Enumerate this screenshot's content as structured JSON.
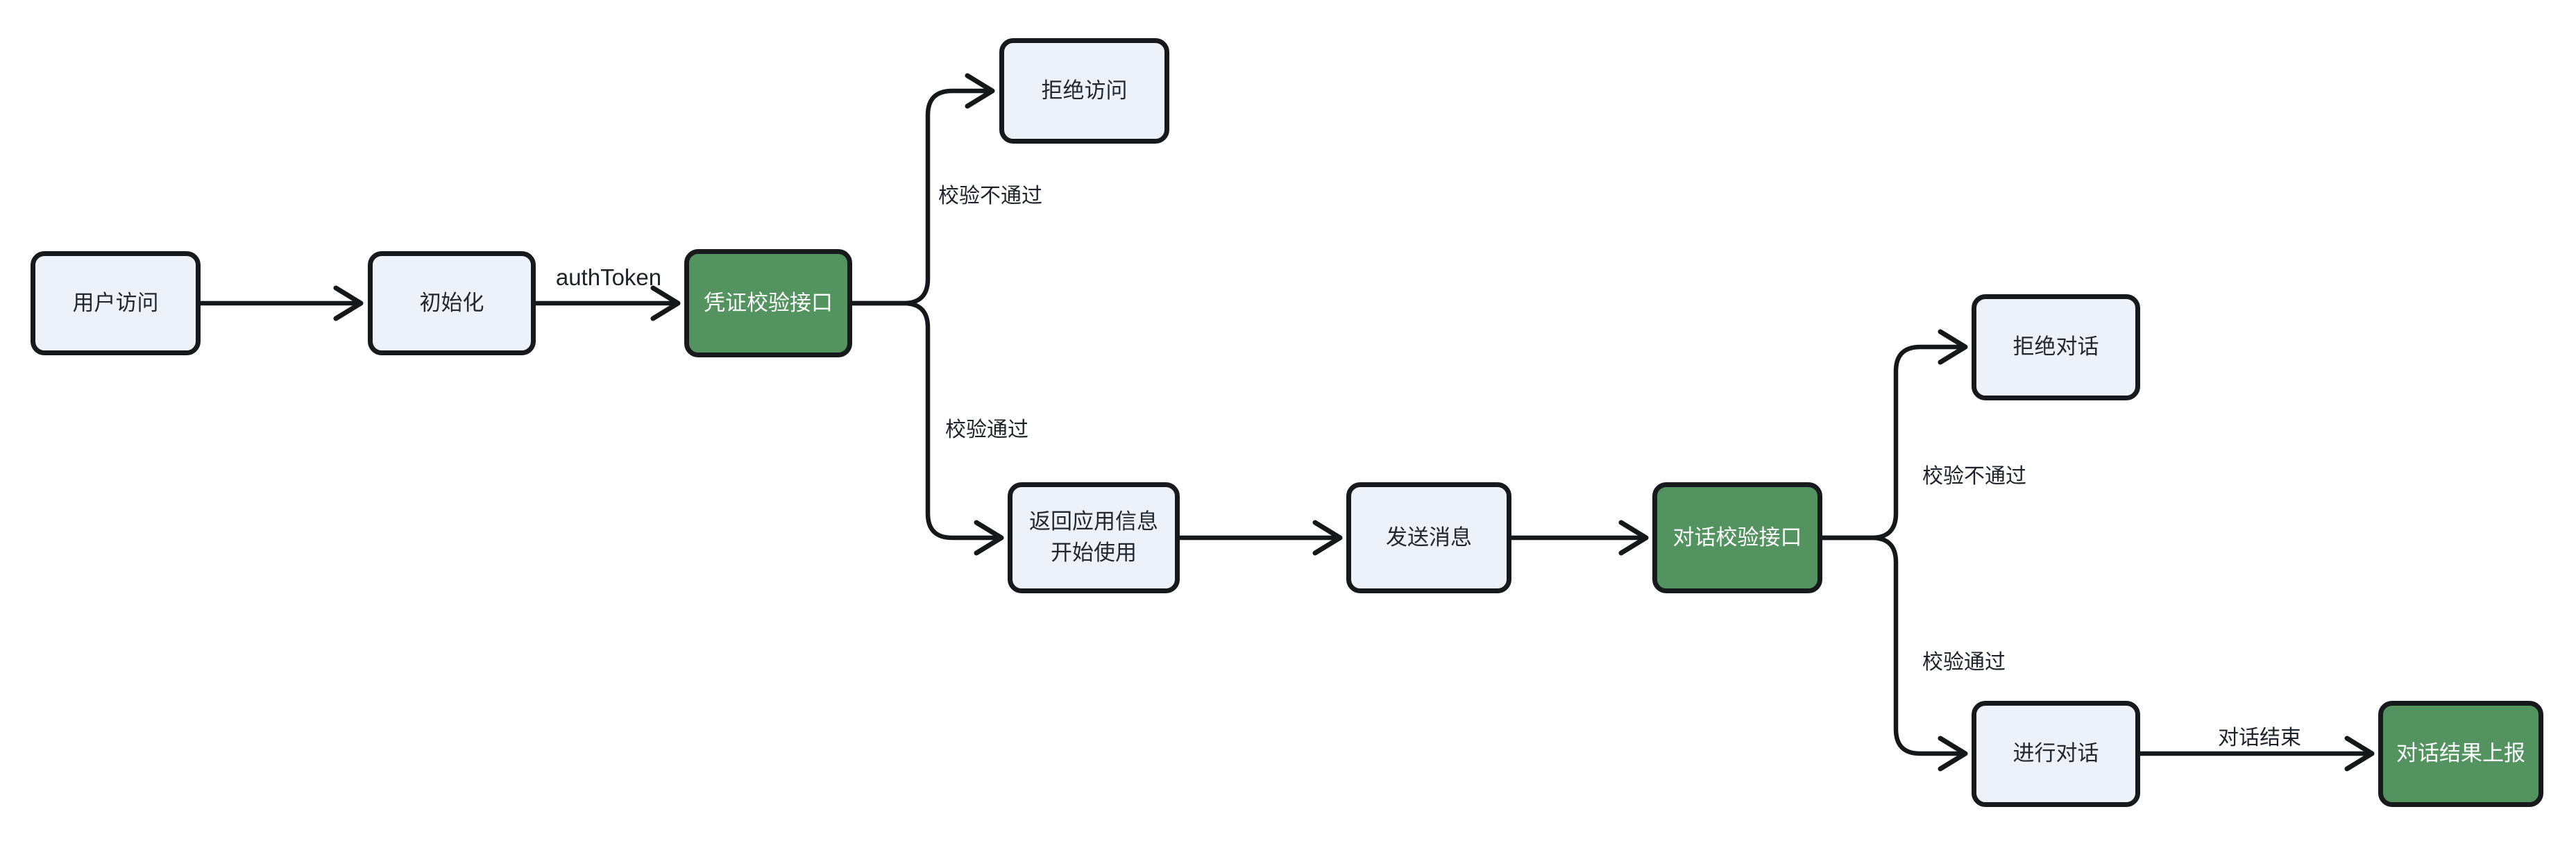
{
  "diagram": {
    "type": "flowchart",
    "background": "#ffffff",
    "colors": {
      "node_fill": "#EDF1FA",
      "node_border": "#17191d",
      "highlight_node_fill": "#53935F",
      "highlight_node_text": "#ffffff",
      "node_text": "#23272F",
      "edge_stroke": "#15171a",
      "edge_label_text": "#1E222A"
    },
    "nodes": [
      {
        "id": "user-access",
        "label": "用户访问",
        "style": "default"
      },
      {
        "id": "init",
        "label": "初始化",
        "style": "default"
      },
      {
        "id": "credential-check-api",
        "label": "凭证校验接口",
        "style": "green"
      },
      {
        "id": "deny-access",
        "label": "拒绝访问",
        "style": "default"
      },
      {
        "id": "return-app-info",
        "label": "返回应用信息",
        "label2": "开始使用",
        "style": "default"
      },
      {
        "id": "send-message",
        "label": "发送消息",
        "style": "default"
      },
      {
        "id": "dialog-check-api",
        "label": "对话校验接口",
        "style": "green"
      },
      {
        "id": "deny-dialog",
        "label": "拒绝对话",
        "style": "default"
      },
      {
        "id": "do-dialog",
        "label": "进行对话",
        "style": "default"
      },
      {
        "id": "dialog-result-report",
        "label": "对话结果上报",
        "style": "green"
      }
    ],
    "edges": [
      {
        "from": "用户访问",
        "to": "初始化",
        "label": ""
      },
      {
        "from": "初始化",
        "to": "凭证校验接口",
        "label": "authToken"
      },
      {
        "from": "凭证校验接口",
        "to": "拒绝访问",
        "label": "校验不通过"
      },
      {
        "from": "凭证校验接口",
        "to": "返回应用信息 开始使用",
        "label": "校验通过"
      },
      {
        "from": "返回应用信息 开始使用",
        "to": "发送消息",
        "label": ""
      },
      {
        "from": "发送消息",
        "to": "对话校验接口",
        "label": ""
      },
      {
        "from": "对话校验接口",
        "to": "拒绝对话",
        "label": "校验不通过"
      },
      {
        "from": "对话校验接口",
        "to": "进行对话",
        "label": "校验通过"
      },
      {
        "from": "进行对话",
        "to": "对话结果上报",
        "label": "对话结束"
      }
    ]
  }
}
